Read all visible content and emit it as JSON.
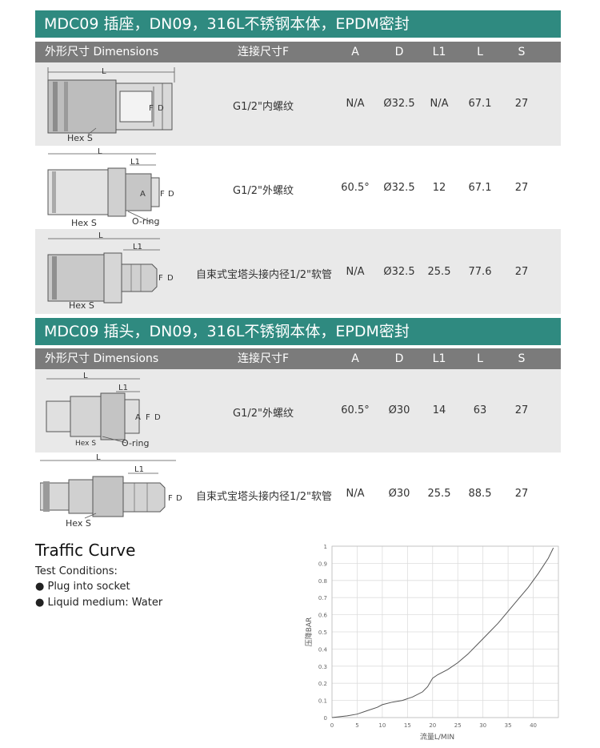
{
  "socket": {
    "banner": "MDC09  插座，DN09，316L不锈钢本体，EPDM密封",
    "headers": {
      "dim": "外形尺寸 Dimensions",
      "conn": "连接尺寸F",
      "a": "A",
      "d": "D",
      "l1": "L1",
      "l": "L",
      "s": "S"
    },
    "rows": [
      {
        "conn": "G1/2\"内螺纹",
        "a": "N/A",
        "d": "Ø32.5",
        "l1": "N/A",
        "l": "67.1",
        "s": "27",
        "labels": {
          "L": "L",
          "F": "F",
          "D": "D",
          "hex": "Hex S"
        }
      },
      {
        "conn": "G1/2\"外螺纹",
        "a": "60.5°",
        "d": "Ø32.5",
        "l1": "12",
        "l": "67.1",
        "s": "27",
        "labels": {
          "L": "L",
          "L1": "L1",
          "A": "A",
          "F": "F",
          "D": "D",
          "hex": "Hex S",
          "oring": "O-ring"
        }
      },
      {
        "conn": "自束式宝塔头接内径1/2\"软管",
        "a": "N/A",
        "d": "Ø32.5",
        "l1": "25.5",
        "l": "77.6",
        "s": "27",
        "labels": {
          "L": "L",
          "L1": "L1",
          "F": "F",
          "D": "D",
          "hex": "Hex S"
        }
      }
    ]
  },
  "plug": {
    "banner": "MDC09  插头，DN09，316L不锈钢本体，EPDM密封",
    "headers": {
      "dim": "外形尺寸 Dimensions",
      "conn": "连接尺寸F",
      "a": "A",
      "d": "D",
      "l1": "L1",
      "l": "L",
      "s": "S"
    },
    "rows": [
      {
        "conn": "G1/2\"外螺纹",
        "a": "60.5°",
        "d": "Ø30",
        "l1": "14",
        "l": "63",
        "s": "27",
        "labels": {
          "L": "L",
          "L1": "L1",
          "A": "A",
          "F": "F",
          "D": "D",
          "hex": "Hex S",
          "oring": "O-ring"
        }
      },
      {
        "conn": "自束式宝塔头接内径1/2\"软管",
        "a": "N/A",
        "d": "Ø30",
        "l1": "25.5",
        "l": "88.5",
        "s": "27",
        "labels": {
          "L": "L",
          "L1": "L1",
          "F": "F",
          "D": "D",
          "hex": "Hex S"
        }
      }
    ]
  },
  "traffic": {
    "title": "Traffic Curve",
    "conditions_label": "Test Conditions:",
    "bullets": [
      "Plug into socket",
      "Liquid medium: Water"
    ]
  },
  "chart_data": {
    "type": "line",
    "xlabel": "流量L/MIN",
    "ylabel": "压降BAR",
    "xlim": [
      0,
      45
    ],
    "ylim": [
      0,
      1
    ],
    "xticks": [
      0,
      5,
      10,
      15,
      20,
      25,
      30,
      35,
      40
    ],
    "yticks": [
      0,
      0.1,
      0.2,
      0.3,
      0.4,
      0.5,
      0.6,
      0.7,
      0.8,
      0.9,
      1
    ],
    "grid": true,
    "series": [
      {
        "x": [
          0,
          3,
          5,
          7,
          9,
          10,
          12,
          14,
          16,
          18,
          19,
          20,
          21,
          23,
          25,
          27,
          29,
          31,
          33,
          35,
          37,
          39,
          41,
          43,
          44
        ],
        "y": [
          0,
          0.01,
          0.02,
          0.04,
          0.06,
          0.075,
          0.09,
          0.1,
          0.12,
          0.15,
          0.18,
          0.23,
          0.25,
          0.28,
          0.32,
          0.37,
          0.43,
          0.49,
          0.55,
          0.62,
          0.69,
          0.76,
          0.84,
          0.93,
          0.99
        ],
        "color": "#555555"
      }
    ]
  }
}
